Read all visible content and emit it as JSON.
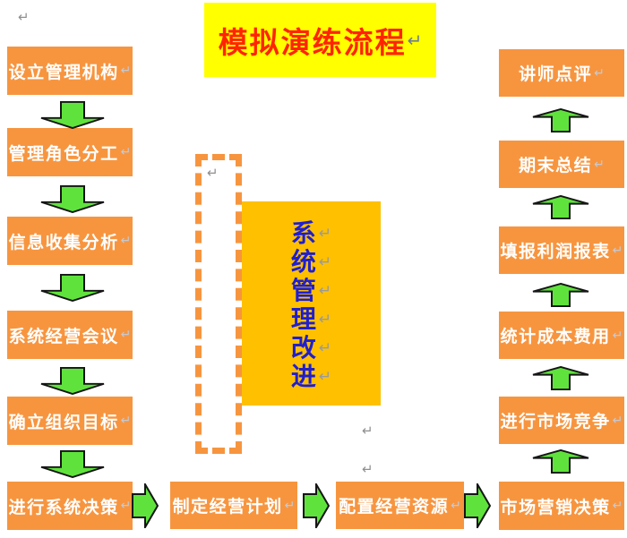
{
  "title": {
    "text": "模拟演练流程"
  },
  "return_mark": "↵",
  "left_column": [
    "设立管理机构",
    "管理角色分工",
    "信息收集分析",
    "系统经营会议",
    "确立组织目标",
    "进行系统决策"
  ],
  "bottom_row": [
    "制定经营计划",
    "配置经营资源"
  ],
  "right_column": [
    "讲师点评",
    "期末总结",
    "填报利润报表",
    "统计成本费用",
    "进行市场竞争",
    "市场营销决策"
  ],
  "center_box": {
    "chars": [
      "系",
      "统",
      "管",
      "理",
      "改",
      "进"
    ]
  },
  "colors": {
    "box_orange": "#F7953F",
    "center_gold": "#FFC000",
    "title_bg": "#FFFF00",
    "title_red": "#FF2400",
    "arrow_green": "#5FE33C",
    "center_text_blue": "#1F1FCF",
    "return_gray": "#9A9A9A"
  }
}
